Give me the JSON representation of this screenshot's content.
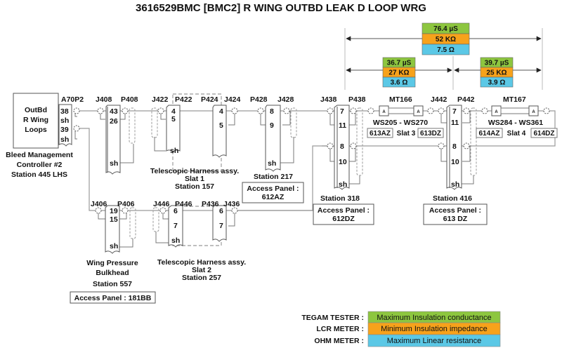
{
  "title": "3616529BMC [BMC2] R WING OUTBD LEAK D LOOP WRG",
  "colors": {
    "conductance": "#8dc63f",
    "impedance": "#f7a21b",
    "resistance": "#5bc8e6",
    "wire": "#9a9a9a"
  },
  "measurements": {
    "total": {
      "conductance": "76.4 µS",
      "impedance": "52 KΩ",
      "resistance": "7.5 Ω"
    },
    "left": {
      "conductance": "36.7 µS",
      "impedance": "27 KΩ",
      "resistance": "3.6 Ω"
    },
    "right": {
      "conductance": "39.7 µS",
      "impedance": "25 KΩ",
      "resistance": "3.9 Ω"
    }
  },
  "controller": {
    "lines": [
      "OutBd",
      "R Wing",
      "Loops"
    ],
    "connector": "A70P2",
    "pins": [
      "38",
      "sh",
      "39",
      "sh"
    ],
    "caption": [
      "Bleed Management",
      "Controller #2",
      "Station 445 LHS"
    ]
  },
  "connectors": {
    "j408": "J408",
    "p408": "P408",
    "p408_pins": [
      "43",
      "26",
      "sh"
    ],
    "j422": "J422",
    "p422": "P422",
    "p424": "P424",
    "j424": "J424",
    "slat1_left_pins": [
      "4",
      "5",
      "sh"
    ],
    "slat1_right_pins": [
      "4",
      "5"
    ],
    "p428": "P428",
    "j428": "J428",
    "j428_pins": [
      "8",
      "9",
      "sh"
    ],
    "j438": "J438",
    "p438": "P438",
    "p438_pins": [
      "7",
      "11",
      "8",
      "10",
      "sh"
    ],
    "mt166": "MT166",
    "j442": "J442",
    "p442": "P442",
    "p442_pins": [
      "7",
      "11",
      "8",
      "10",
      "sh"
    ],
    "mt167": "MT167",
    "j406": "J406",
    "p406": "P406",
    "p406_pins": [
      "19",
      "15",
      "sh"
    ],
    "j446": "J446",
    "p446": "P446",
    "p436": "P436",
    "j436": "J436",
    "slat2_left_pins": [
      "6",
      "7",
      "sh"
    ],
    "slat2_right_pins": [
      "6",
      "7"
    ]
  },
  "sensors": {
    "s3": {
      "range": "WS205 - WS270",
      "left_panel": "613AZ",
      "slat": "Slat 3",
      "right_panel": "613DZ",
      "glyph": "A"
    },
    "s4": {
      "range": "WS284 - WS361",
      "left_panel": "614AZ",
      "slat": "Slat 4",
      "right_panel": "614DZ",
      "glyph": "A"
    }
  },
  "captions": {
    "slat1": [
      "Telescopic Harness assy.",
      "Slat 1",
      "Station 157"
    ],
    "station217": "Station 217",
    "panel_612az": [
      "Access Panel :",
      "612AZ"
    ],
    "station318": "Station 318",
    "panel_612dz": [
      "Access Panel :",
      "612DZ"
    ],
    "station416": "Station 416",
    "panel_613dz": [
      "Access Panel :",
      "613 DZ"
    ],
    "bulkhead": [
      "Wing Pressure",
      "Bulkhead",
      "Station 557"
    ],
    "panel_181bb": "Access Panel : 181BB",
    "slat2": [
      "Telescopic Harness assy.",
      "Slat 2",
      "Station 257"
    ]
  },
  "legend": [
    {
      "label": "TEGAM TESTER :",
      "desc": "Maximum Insulation conductance",
      "color": "green"
    },
    {
      "label": "LCR METER :",
      "desc": "Minimum Insulation impedance",
      "color": "orange"
    },
    {
      "label": "OHM METER :",
      "desc": "Maximum Linear resistance",
      "color": "blue"
    }
  ]
}
